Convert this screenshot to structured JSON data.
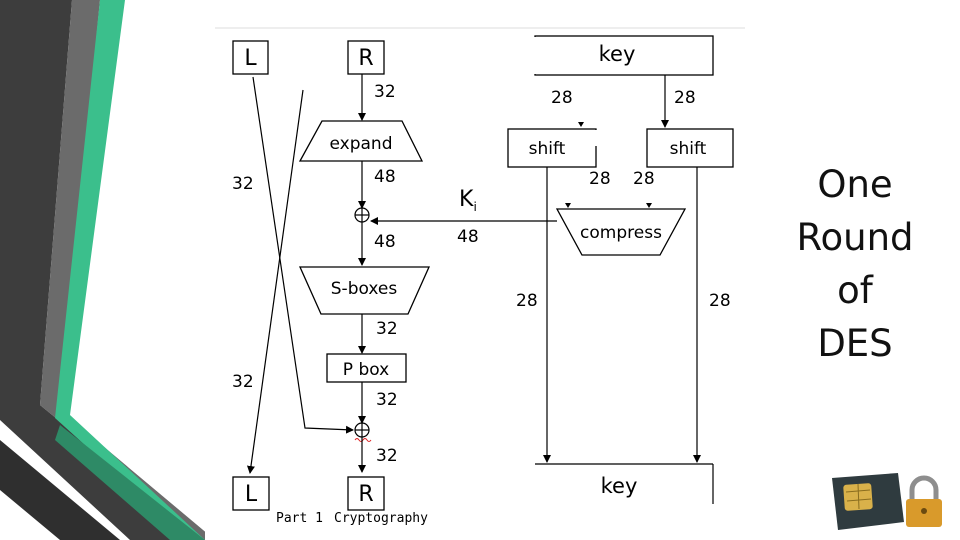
{
  "theme": {
    "accent": "#3bbf8c",
    "accent_dark": "#2e8a66",
    "stripe_dark": "#3d3d3d",
    "stripe_gray": "#6b6b6b"
  },
  "slide": {
    "title_lines": [
      "One",
      "Round",
      "of",
      "DES"
    ]
  },
  "diagram": {
    "top_left": "L",
    "top_right": "R",
    "bottom_left": "L",
    "bottom_right": "R",
    "key_top": "key",
    "key_bottom": "key",
    "expand": "expand",
    "sboxes": "S-boxes",
    "pbox": "P box",
    "shift_left": "shift",
    "shift_right": "shift",
    "compress": "compress",
    "ki_base": "K",
    "ki_sub": "i",
    "bits": {
      "r_to_expand": "32",
      "expand_out": "48",
      "xor_out": "48",
      "sbox_out": "32",
      "pbox_out": "32",
      "r_final": "32",
      "left_upper": "32",
      "left_lower": "32",
      "key_left": "28",
      "key_right": "28",
      "shift_left_out": "28",
      "shift_right_out": "28",
      "ki": "48",
      "key_pass_left": "28",
      "key_pass_right": "28"
    },
    "footer_left": "Part 1",
    "footer_right": "Cryptography"
  },
  "icons": {
    "sim_card": "sim-card-padlock-icon"
  }
}
